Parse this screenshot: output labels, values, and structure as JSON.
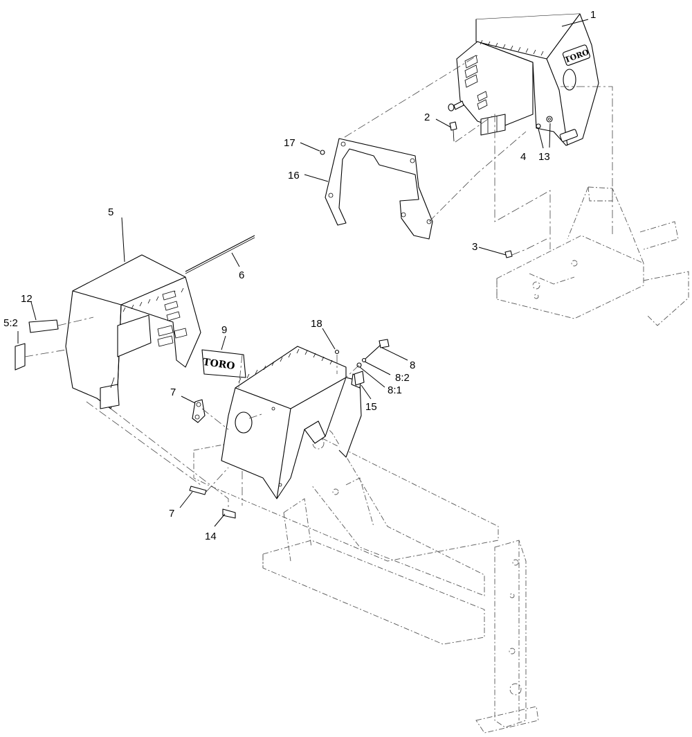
{
  "diagram": {
    "callouts": [
      {
        "id": "c1",
        "label": "1"
      },
      {
        "id": "c2",
        "label": "2"
      },
      {
        "id": "c3",
        "label": "3"
      },
      {
        "id": "c4",
        "label": "4"
      },
      {
        "id": "c5",
        "label": "5"
      },
      {
        "id": "c5_2",
        "label": "5:2"
      },
      {
        "id": "c6",
        "label": "6"
      },
      {
        "id": "c7a",
        "label": "7"
      },
      {
        "id": "c7b",
        "label": "7"
      },
      {
        "id": "c8",
        "label": "8"
      },
      {
        "id": "c8_2",
        "label": "8:2"
      },
      {
        "id": "c8_1",
        "label": "8:1"
      },
      {
        "id": "c9",
        "label": "9"
      },
      {
        "id": "c12",
        "label": "12"
      },
      {
        "id": "c13",
        "label": "13"
      },
      {
        "id": "c14",
        "label": "14"
      },
      {
        "id": "c15",
        "label": "15"
      },
      {
        "id": "c16",
        "label": "16"
      },
      {
        "id": "c17",
        "label": "17"
      },
      {
        "id": "c18",
        "label": "18"
      }
    ],
    "logo_text": "TORO"
  }
}
